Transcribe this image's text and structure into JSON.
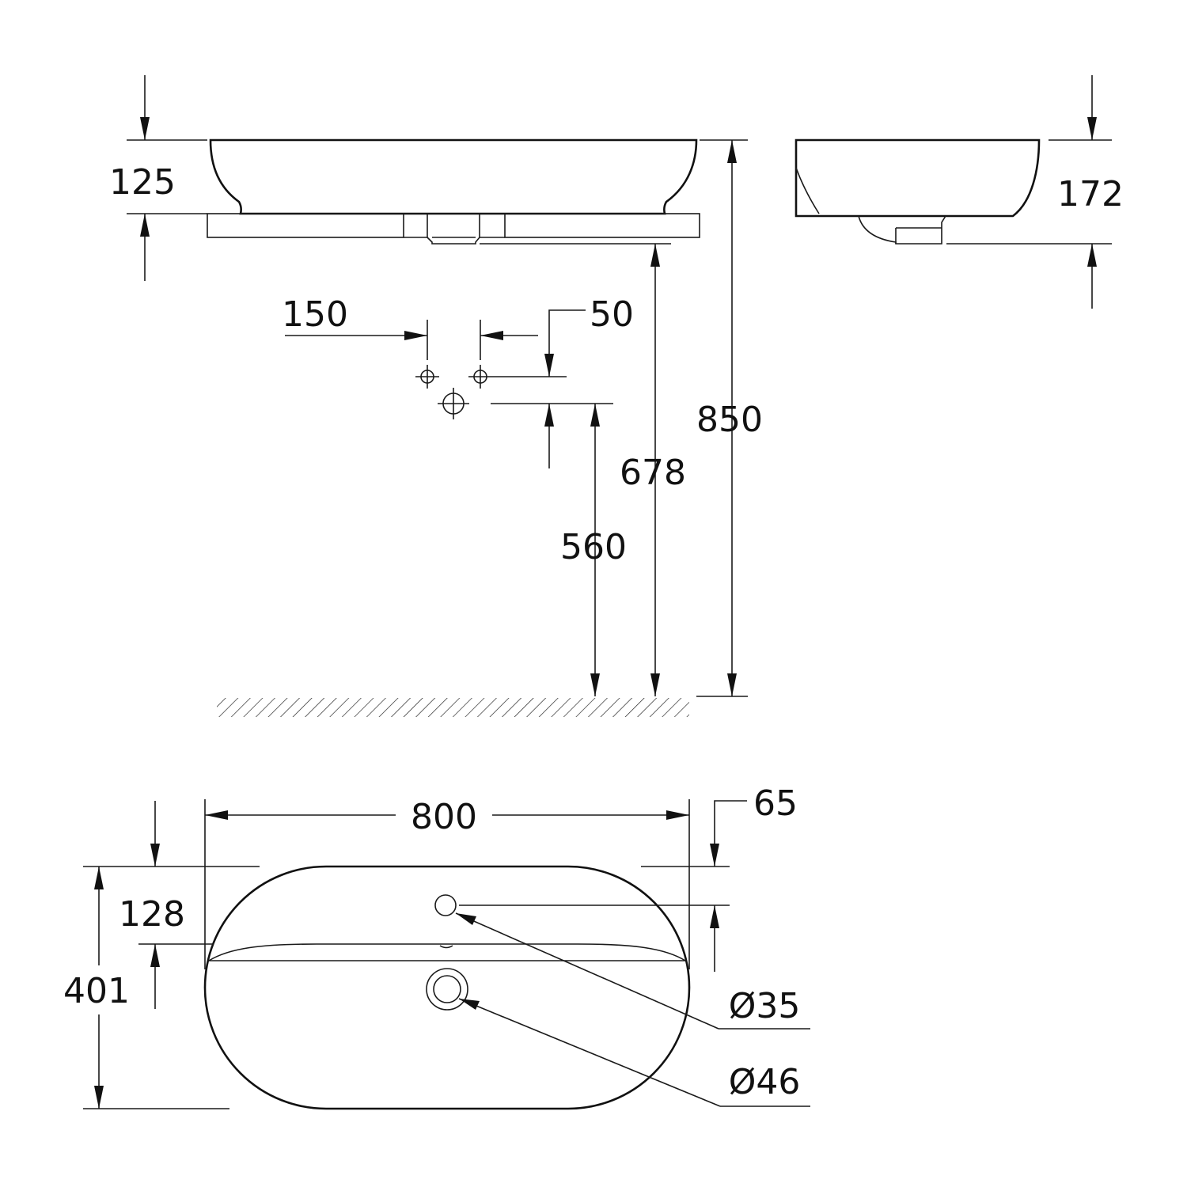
{
  "dimensions": {
    "bowl_height": "125",
    "side_height": "172",
    "tap_hole_spacing": "150",
    "tap_hole_offset": "50",
    "countertop_height": "850",
    "waste_height": "678",
    "tap_hole_height": "560",
    "basin_width": "800",
    "overflow_inset": "65",
    "overflow_depth": "128",
    "basin_depth": "401",
    "overflow_diameter": "Ø35",
    "waste_diameter": "Ø46"
  },
  "colors": {
    "line": "#1a1a1a",
    "background": "#ffffff"
  }
}
